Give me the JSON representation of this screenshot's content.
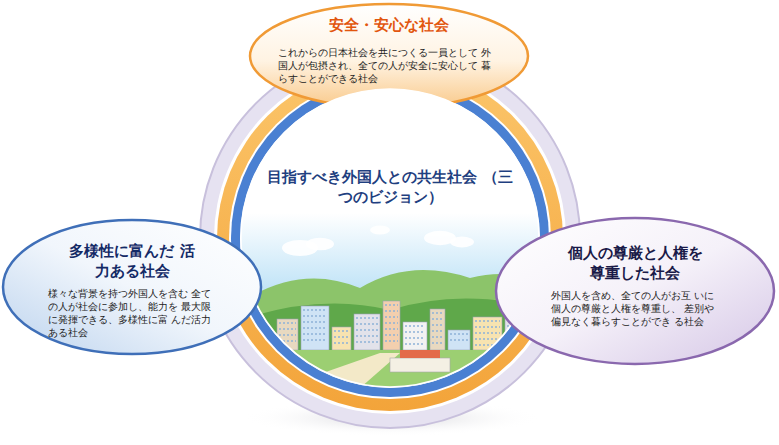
{
  "diagram": {
    "nodes": [
      {
        "text": [
          "安全・安心な社会",
          "これからの日本社会を共につくる一員として 外国人が包摂され、全ての人が安全に安心して 暮らすことができる社会"
        ]
      },
      {
        "text": [
          "目指すべき外国人との共生社会 （三つのビジョン）"
        ]
      },
      {
        "text": [
          "多様性に富んだ 活力ある社会",
          "様々な背景を持つ外国人を含む 全ての人が社会に参加し、能力を 最大限に発揮できる、多様性に富 んだ活力ある社会"
        ]
      },
      {
        "text": [
          "個人の尊厳と人権を 尊重した社会",
          "外国人を含め、全ての人がお互 いに個人の尊厳と人権を尊重し、 差別や偏見なく暮らすことができ る社会"
        ]
      }
    ]
  }
}
